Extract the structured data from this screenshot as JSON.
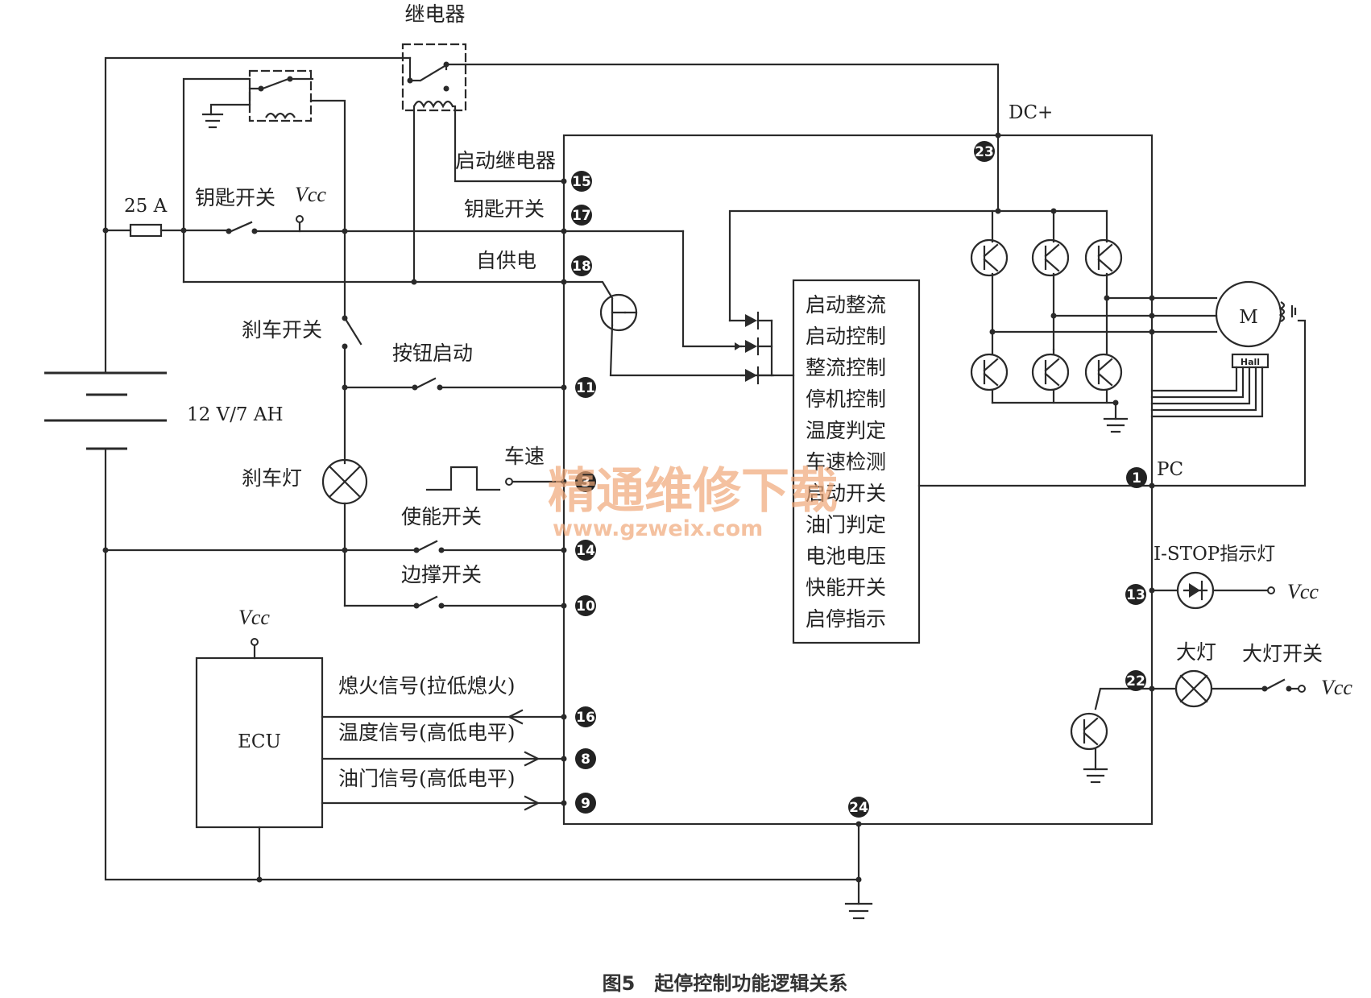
{
  "labels": {
    "relay": "继电器",
    "start_relay": "启动继电器",
    "key_switch_pin": "钥匙开关",
    "self_power": "自供电",
    "fuse": "25 A",
    "key_switch": "钥匙开关",
    "vcc_key": "Vcc",
    "brake_switch": "刹车开关",
    "button_start": "按钮启动",
    "battery": "12 V/7 AH",
    "brake_lamp": "刹车灯",
    "speed": "车速",
    "enable_switch": "使能开关",
    "kickstand_switch": "边撑开关",
    "vcc_ecu": "Vcc",
    "ecu": "ECU",
    "flameout_signal": "熄火信号(拉低熄火)",
    "temp_signal": "温度信号(高低电平)",
    "throttle_signal": "油门信号(高低电平)",
    "dc_plus": "DC+",
    "pc": "PC",
    "motor": "M",
    "hall": "Hall",
    "istop_lamp": "I-STOP指示灯",
    "vcc_istop": "Vcc",
    "headlamp": "大灯",
    "headlamp_switch": "大灯开关",
    "vcc_headlamp": "Vcc",
    "caption": "图5　起停控制功能逻辑关系"
  },
  "pins": {
    "p15": "15",
    "p17": "17",
    "p18": "18",
    "p11": "11",
    "p3": "3",
    "p14": "14",
    "p10": "10",
    "p16": "16",
    "p8": "8",
    "p9": "9",
    "p23": "23",
    "p1": "1",
    "p13": "13",
    "p22": "22",
    "p24": "24"
  },
  "functions": [
    "启动整流",
    "启动控制",
    "整流控制",
    "停机控制",
    "温度判定",
    "车速检测",
    "启动开关",
    "油门判定",
    "电池电压",
    "快能开关",
    "启停指示"
  ],
  "watermark": {
    "line1": "精通维修下载",
    "line2": "www.gzweix.com"
  }
}
